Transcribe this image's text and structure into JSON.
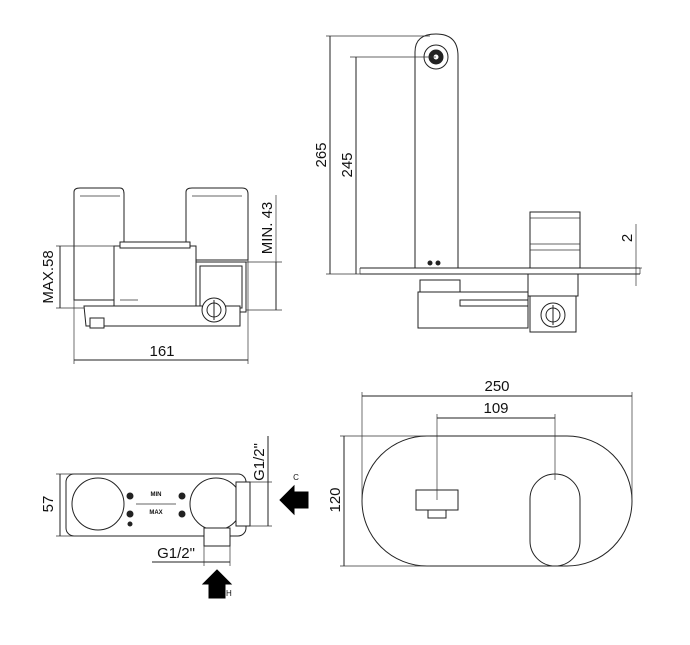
{
  "dimensions": {
    "side_view": {
      "max": "MAX.58",
      "min": "MIN. 43",
      "width": "161"
    },
    "front_view": {
      "height_total": "265",
      "height_spout": "245",
      "offset": "2"
    },
    "top_view": {
      "depth": "57",
      "thread_outlet": "G1/2\"",
      "thread_inlet": "G1/2\"",
      "min_label": "MIN",
      "max_label": "MAX",
      "cold_label": "C",
      "hot_label": "H"
    },
    "plate_view": {
      "width": "250",
      "spacing": "109",
      "height": "120"
    }
  },
  "colors": {
    "line": "#222222",
    "background": "#ffffff",
    "arrow": "#000000"
  }
}
